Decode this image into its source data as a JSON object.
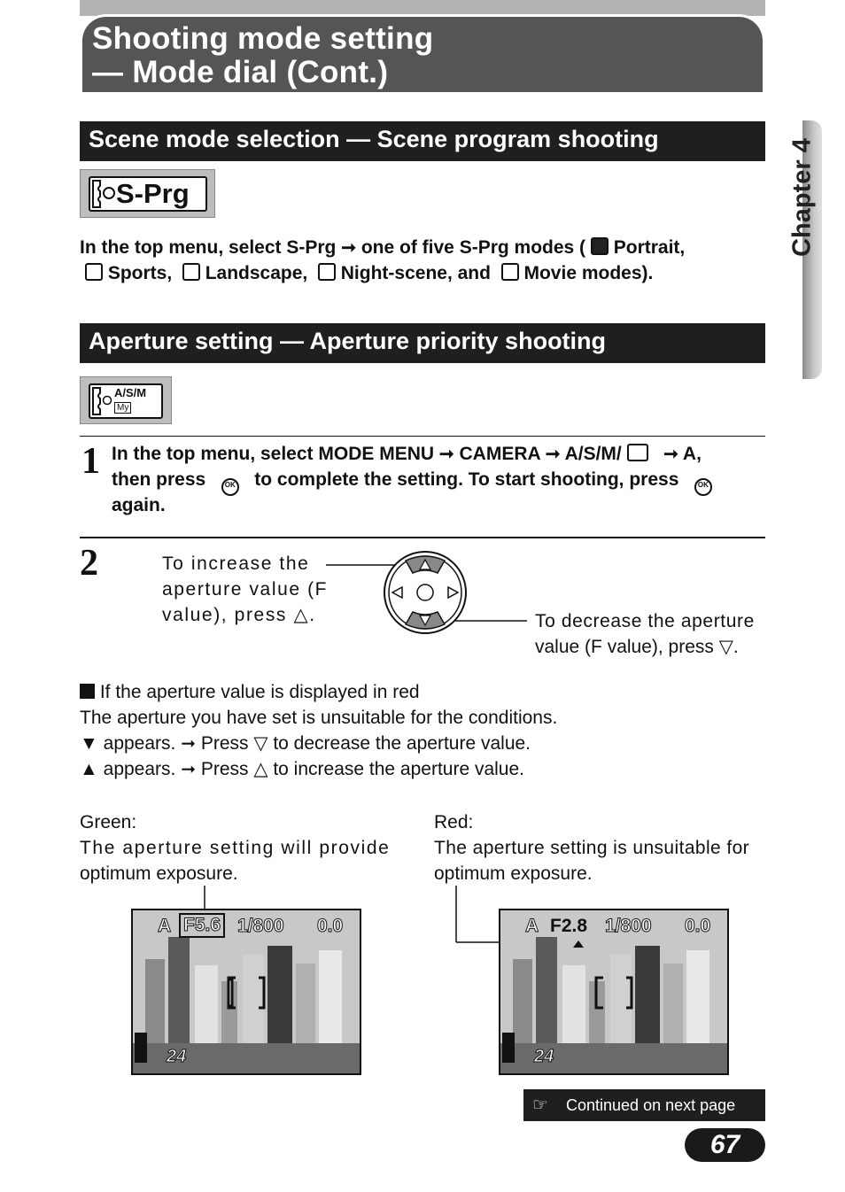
{
  "header": {
    "title_line1": "Shooting mode setting",
    "title_line2": "— Mode dial (Cont.)"
  },
  "side_tab": {
    "label": "Chapter 4"
  },
  "section_scene": {
    "title": "Scene mode selection — Scene program shooting",
    "dial_label": "S-Prg",
    "line1_a": "In the top menu, select S-Prg",
    "line1_b": "one of five S-Prg modes (",
    "line1_c": "Portrait,",
    "line2_a": "Sports,",
    "line2_b": "Landscape,",
    "line2_c": "Night-scene, and",
    "line2_d": "Movie modes)."
  },
  "section_aperture": {
    "title": "Aperture setting — Aperture priority shooting",
    "dial_label_top": "A/S/M",
    "dial_label_bottom": "My"
  },
  "step1": {
    "number": "1",
    "line1_a": "In the top menu, select MODE MENU",
    "line1_b": "CAMERA",
    "line1_c": "A/S/M/",
    "line1_d": "A,",
    "line2_a": "then press",
    "line2_b": "to complete the setting. To start shooting, press",
    "line3": "again.",
    "ok_label": "OK"
  },
  "step2": {
    "number": "2",
    "inc_line1": "To increase the",
    "inc_line2": "aperture value (F",
    "inc_line3": "value), press △.",
    "dec_line1": "To decrease the aperture",
    "dec_line2": "value (F value), press ▽."
  },
  "red_note": {
    "heading": "If the aperture value is displayed in red",
    "line1": "The aperture you have set is unsuitable for the conditions.",
    "line2_a": "appears.",
    "line2_b": "Press ▽ to decrease the aperture value.",
    "line3_a": "appears.",
    "line3_b": "Press △ to increase the aperture value."
  },
  "green_caption": {
    "label": "Green:",
    "line1": "The aperture setting will provide",
    "line2": "optimum exposure."
  },
  "red_caption": {
    "label": "Red:",
    "line1": "The aperture setting is unsuitable for",
    "line2": "optimum exposure."
  },
  "lcd_green": {
    "mode": "A",
    "aperture": "F5.6",
    "shutter": "1/800",
    "ev": "0.0",
    "count": "24"
  },
  "lcd_red": {
    "mode": "A",
    "aperture": "F2.8",
    "shutter": "1/800",
    "ev": "0.0",
    "count": "24"
  },
  "footer": {
    "continued": "Continued on next page",
    "page_number": "67"
  }
}
